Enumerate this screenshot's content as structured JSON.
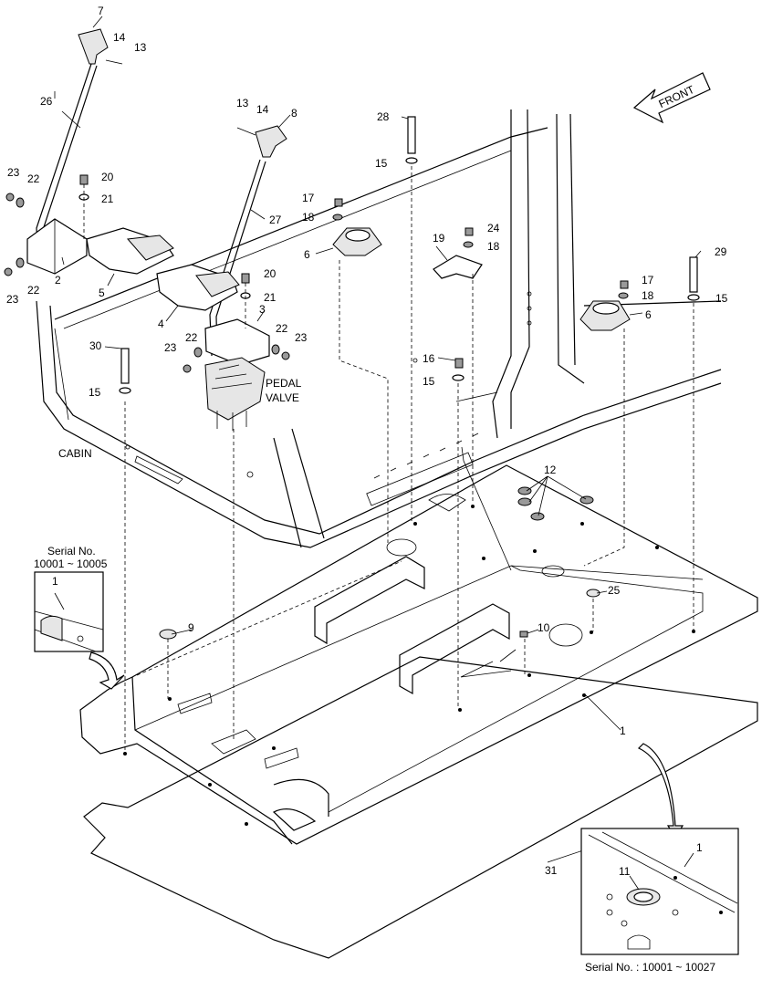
{
  "callouts": {
    "n1": "1",
    "n2": "2",
    "n3": "3",
    "n4": "4",
    "n5": "5",
    "n6": "6",
    "n7": "7",
    "n8": "8",
    "n9": "9",
    "n10": "10",
    "n11": "11",
    "n12": "12",
    "n13": "13",
    "n14": "14",
    "n15": "15",
    "n16": "16",
    "n17": "17",
    "n18": "18",
    "n19": "19",
    "n20": "20",
    "n21": "21",
    "n22": "22",
    "n23": "23",
    "n24": "24",
    "n25": "25",
    "n26": "26",
    "n27": "27",
    "n28": "28",
    "n29": "29",
    "n30": "30",
    "n31": "31"
  },
  "labels": {
    "front": "FRONT",
    "pedal": "PEDAL",
    "valve": "VALVE",
    "cabin": "CABIN",
    "serial_left_title": "Serial No.",
    "serial_left_range": "10001 ~ 10005",
    "serial_right": "Serial No. : 10001 ~ 10027"
  }
}
